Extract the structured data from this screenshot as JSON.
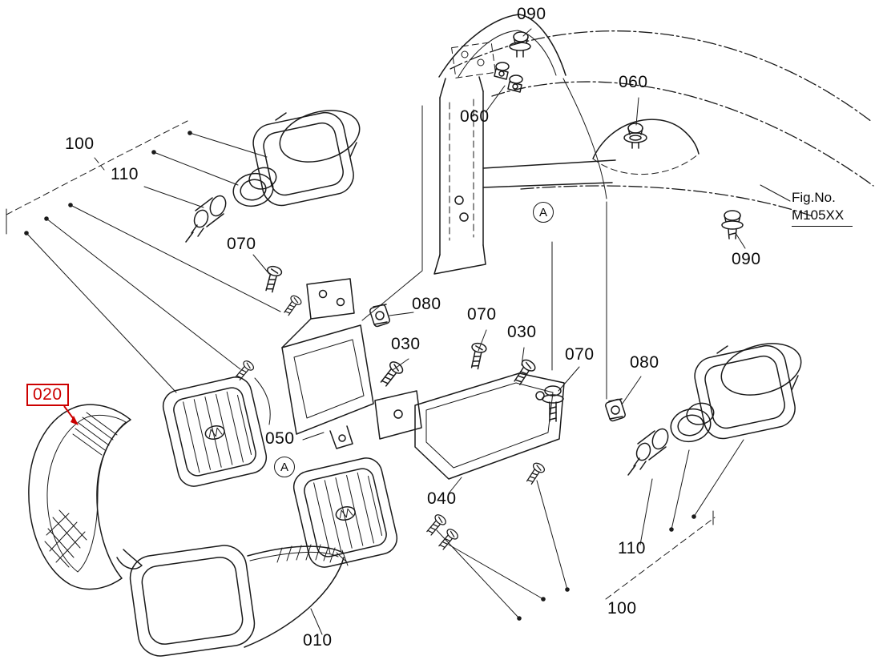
{
  "figure": {
    "fig_label": "Fig.No.",
    "fig_no": "M105XX"
  },
  "colors": {
    "line": "#1a1a1a",
    "highlight": "#cc0000",
    "background": "#ffffff"
  },
  "markers": [
    {
      "text": "A"
    },
    {
      "text": "A"
    }
  ],
  "callouts": [
    {
      "text": "090",
      "highlighted": false
    },
    {
      "text": "060",
      "highlighted": false
    },
    {
      "text": "060",
      "highlighted": false
    },
    {
      "text": "100",
      "highlighted": false
    },
    {
      "text": "110",
      "highlighted": false
    },
    {
      "text": "070",
      "highlighted": false
    },
    {
      "text": "090",
      "highlighted": false
    },
    {
      "text": "080",
      "highlighted": false
    },
    {
      "text": "070",
      "highlighted": false
    },
    {
      "text": "030",
      "highlighted": false
    },
    {
      "text": "030",
      "highlighted": false
    },
    {
      "text": "070",
      "highlighted": false
    },
    {
      "text": "080",
      "highlighted": false
    },
    {
      "text": "020",
      "highlighted": true
    },
    {
      "text": "050",
      "highlighted": false
    },
    {
      "text": "040",
      "highlighted": false
    },
    {
      "text": "110",
      "highlighted": false
    },
    {
      "text": "100",
      "highlighted": false
    },
    {
      "text": "010",
      "highlighted": false
    }
  ]
}
